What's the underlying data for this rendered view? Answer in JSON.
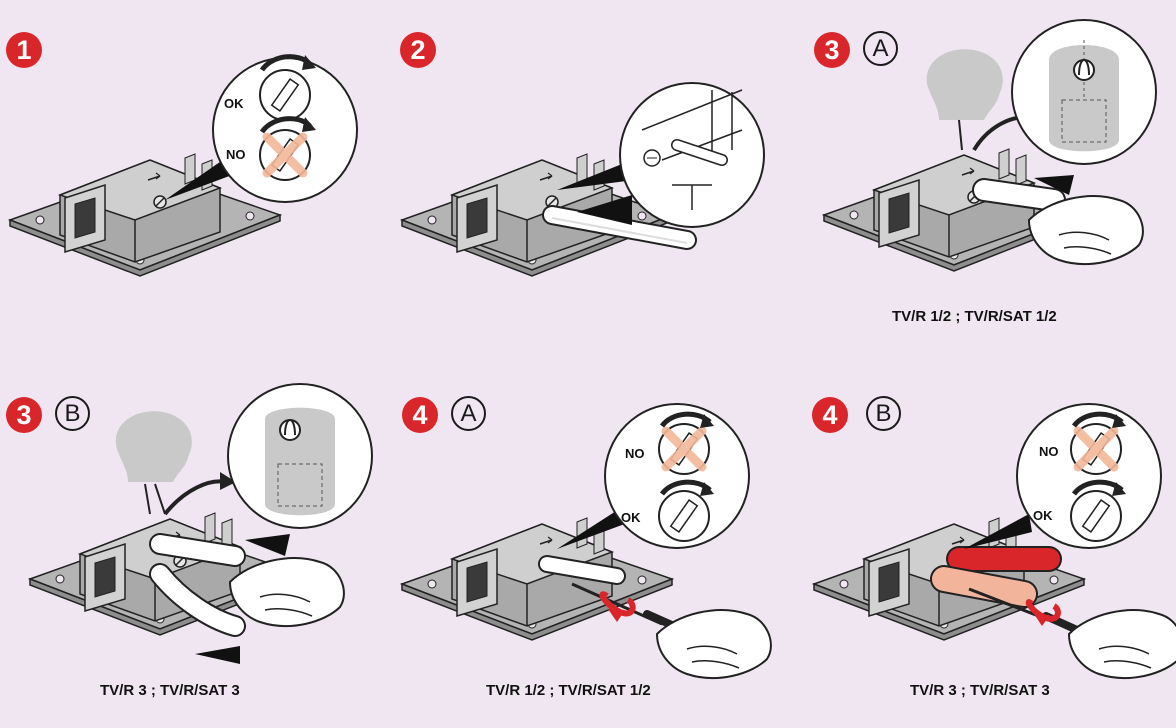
{
  "colors": {
    "background": "#efe6f1",
    "step_red": "#d9262a",
    "cross_orange": "#f3b79a",
    "cable_red": "#d9262a",
    "cable_salmon": "#f2b49b",
    "device_gray": "#a9a9a9",
    "head_gray": "#c9c9c9"
  },
  "steps": [
    {
      "number": "1",
      "variant": "",
      "ok_label": "OK",
      "no_label": "NO",
      "caption": ""
    },
    {
      "number": "2",
      "variant": "",
      "ok_label": "",
      "no_label": "",
      "caption": ""
    },
    {
      "number": "3",
      "variant": "A",
      "ok_label": "",
      "no_label": "",
      "caption": "TV/R 1/2 ; TV/R/SAT 1/2"
    },
    {
      "number": "3",
      "variant": "B",
      "ok_label": "",
      "no_label": "",
      "caption": "TV/R 3 ; TV/R/SAT 3"
    },
    {
      "number": "4",
      "variant": "A",
      "ok_label": "OK",
      "no_label": "NO",
      "caption": "TV/R 1/2 ; TV/R/SAT 1/2"
    },
    {
      "number": "4",
      "variant": "B",
      "ok_label": "OK",
      "no_label": "NO",
      "caption": "TV/R 3 ; TV/R/SAT 3"
    }
  ]
}
